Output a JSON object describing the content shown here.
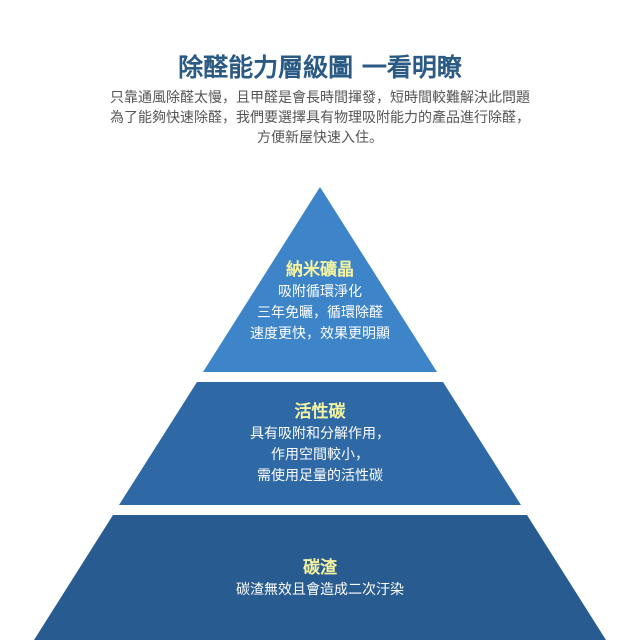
{
  "header": {
    "title": "除醛能力層級圖 一看明瞭",
    "description": [
      "只靠通風除醛太慢，且甲醛是會長時間揮發，短時間較難解決此問題",
      "為了能夠快速除醛，我們要選擇具有物理吸附能力的產品進行除醛，",
      "方便新屋快速入住。"
    ]
  },
  "pyramid": {
    "colors": {
      "top": "#3d84c9",
      "middle": "#2e69a6",
      "bottom": "#285b90",
      "heading": "#f3f3a0"
    },
    "tiers": [
      {
        "heading": "納米礦晶",
        "lines": [
          "吸附循環淨化",
          "三年免曬，循環除醛",
          "速度更快，效果更明顯"
        ]
      },
      {
        "heading": "活性碳",
        "lines": [
          "具有吸附和分解作用，",
          "作用空間較小，",
          "需使用足量的活性碳"
        ]
      },
      {
        "heading": "碳渣",
        "lines": [
          "碳渣無效且會造成二次汙染"
        ]
      }
    ]
  }
}
